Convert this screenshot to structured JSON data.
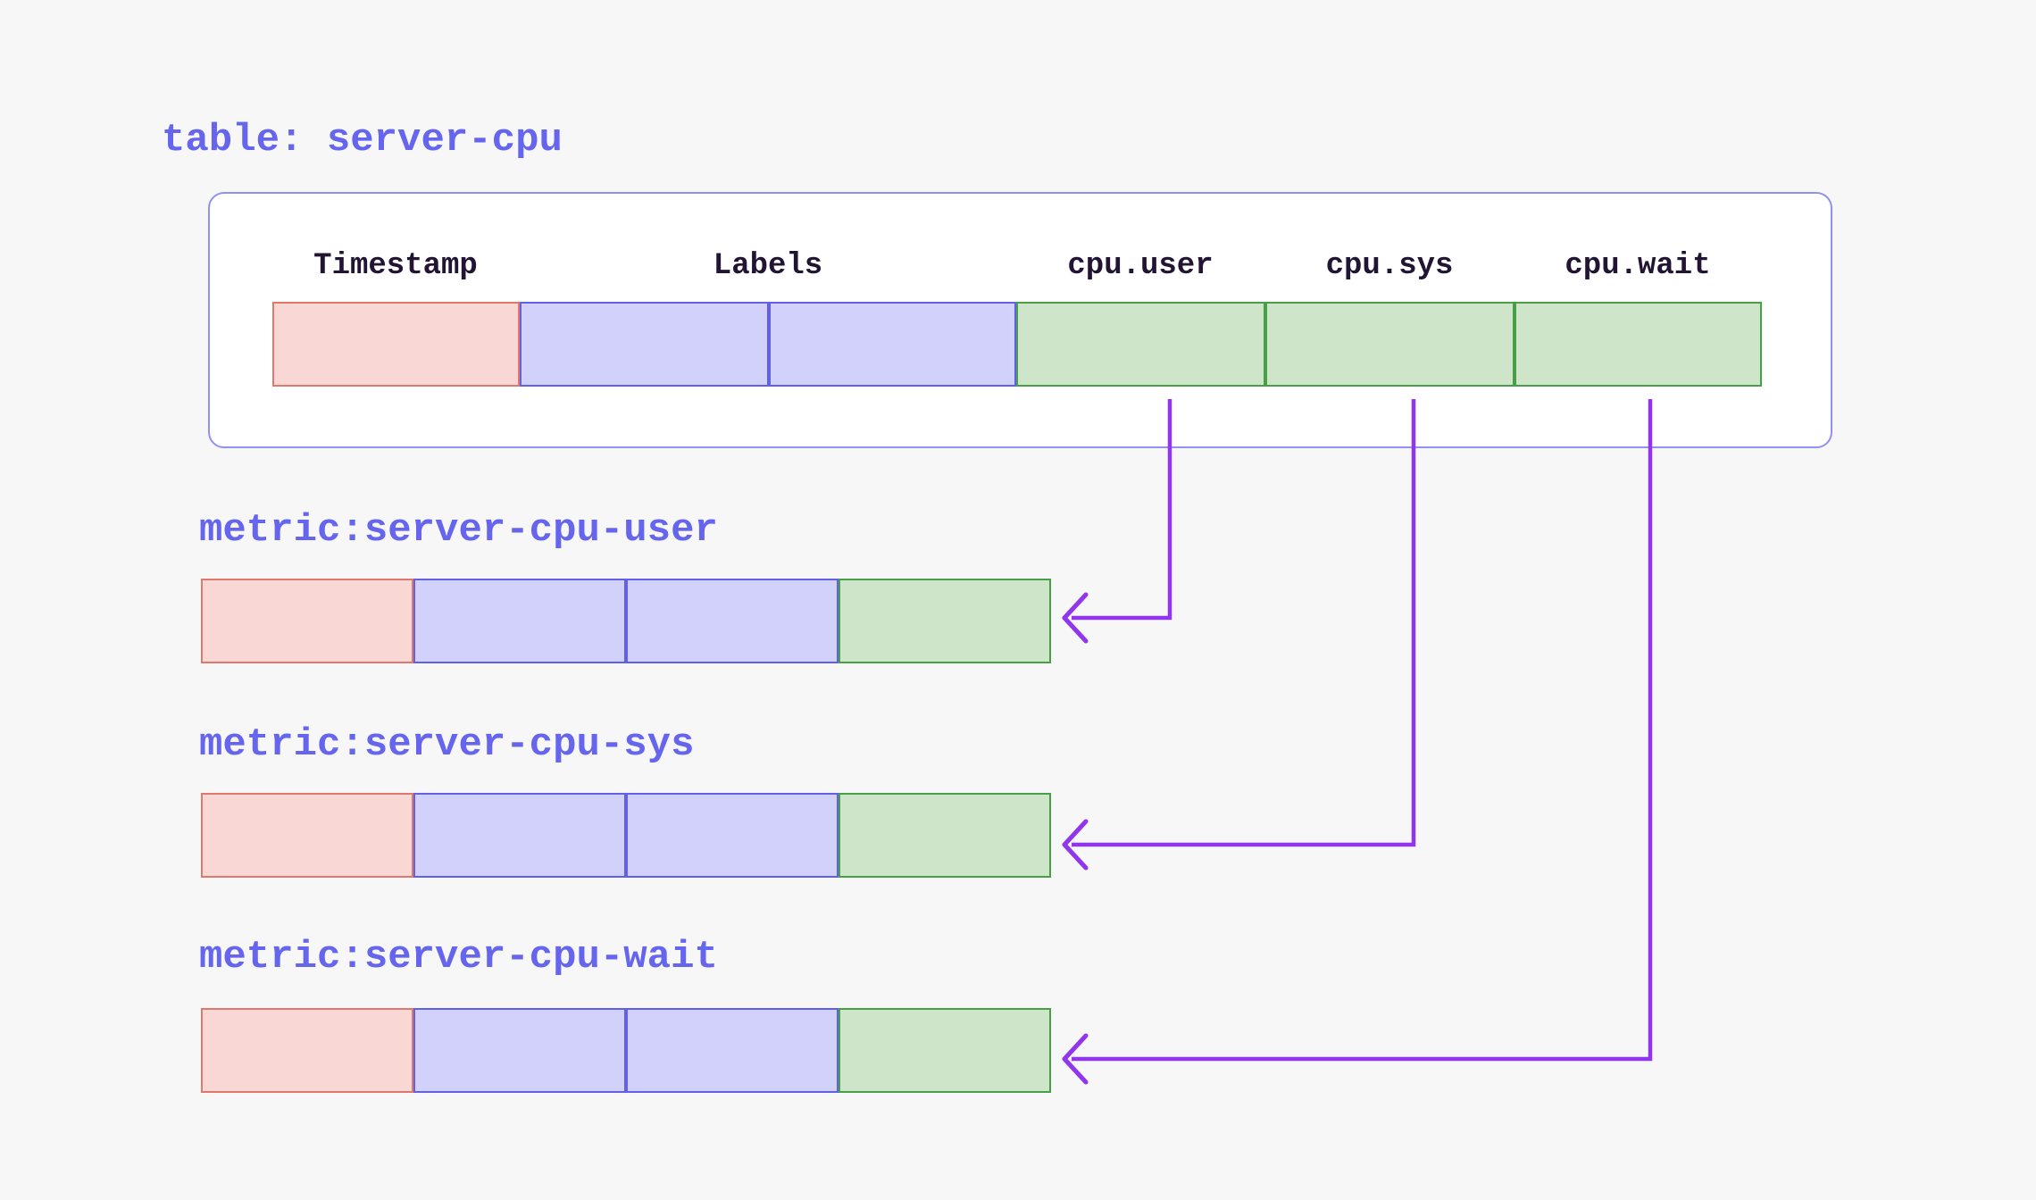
{
  "colors": {
    "page-bg": "#f7f7f8",
    "panel-bg": "#ffffff",
    "panel-border": "#9191f3",
    "accent-text": "#6565ee",
    "header-text": "#221433",
    "timestamp-fill": "#f8d7d4",
    "timestamp-border": "#e0786e",
    "labels-fill": "#d1d1fb",
    "labels-border": "#6060e8",
    "field-fill": "#cfe5ca",
    "field-border": "#48a046",
    "arrow": "#9236ee"
  },
  "table": {
    "title": "table: server-cpu",
    "columns": [
      {
        "label": "Timestamp",
        "type": "timestamp"
      },
      {
        "label": "Labels",
        "type": "labels"
      },
      {
        "label": "cpu.user",
        "type": "field"
      },
      {
        "label": "cpu.sys",
        "type": "field"
      },
      {
        "label": "cpu.wait",
        "type": "field"
      }
    ]
  },
  "metrics": [
    {
      "label": "metric:server-cpu-user",
      "source_column": "cpu.user"
    },
    {
      "label": "metric:server-cpu-sys",
      "source_column": "cpu.sys"
    },
    {
      "label": "metric:server-cpu-wait",
      "source_column": "cpu.wait"
    }
  ]
}
